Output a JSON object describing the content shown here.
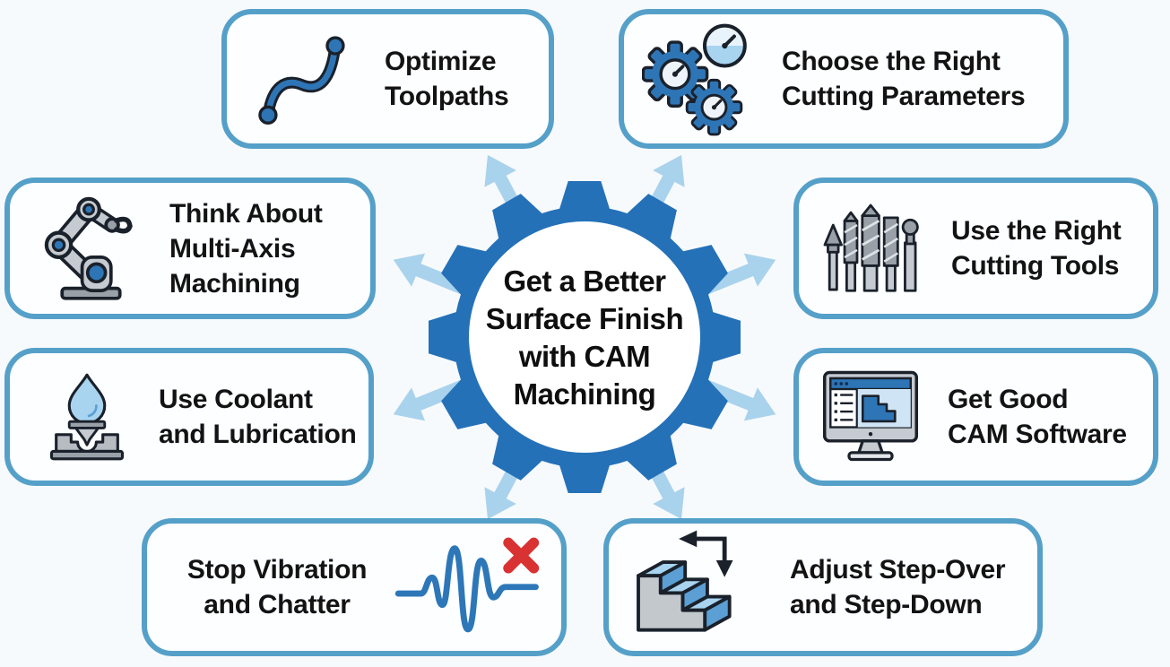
{
  "title": "Get a Better Surface Finish with CAM Machining",
  "colors": {
    "background": "#f7fafc",
    "box_bg": "#fdfeff",
    "box_border": "#55a0c9",
    "gear_blue": "#2471b8",
    "arrow_blue": "#a9d2ed",
    "text": "#131313",
    "outline": "#1a212b",
    "icon_blue": "#2e75b6",
    "icon_light_blue": "#a8d4f0",
    "icon_panel_blue": "#cfe4f5",
    "icon_mid_blue": "#5b9fd4",
    "icon_gray": "#c6cbd1",
    "icon_gray_dark": "#99a0a7",
    "red": "#d93232"
  },
  "center": {
    "title_lines": [
      "Get a Better",
      "Surface Finish",
      "with CAM",
      "Machining"
    ]
  },
  "boxes": {
    "optimize_toolpaths": {
      "lines": [
        "Optimize",
        "Toolpaths"
      ],
      "icon": "toolpath-curve-icon"
    },
    "cutting_parameters": {
      "lines": [
        "Choose the Right",
        "Cutting Parameters"
      ],
      "icon": "gears-gauge-icon"
    },
    "multi_axis": {
      "lines": [
        "Think About",
        "Multi-Axis",
        "Machining"
      ],
      "icon": "robot-arm-icon"
    },
    "cutting_tools": {
      "lines": [
        "Use the Right",
        "Cutting Tools"
      ],
      "icon": "drill-bits-icon"
    },
    "coolant": {
      "lines": [
        "Use Coolant",
        "and Lubrication"
      ],
      "icon": "coolant-drop-icon"
    },
    "cam_software": {
      "lines": [
        "Get Good",
        "CAM Software"
      ],
      "icon": "cam-monitor-icon"
    },
    "vibration": {
      "lines": [
        "Stop Vibration",
        "and Chatter"
      ],
      "icon": "vibration-wave-icon"
    },
    "step_over": {
      "lines": [
        "Adjust Step-Over",
        "and Step-Down"
      ],
      "icon": "stairs-icon"
    }
  },
  "hub_arrow_angles_deg": [
    118,
    62,
    158,
    22,
    202,
    338,
    242,
    298
  ]
}
